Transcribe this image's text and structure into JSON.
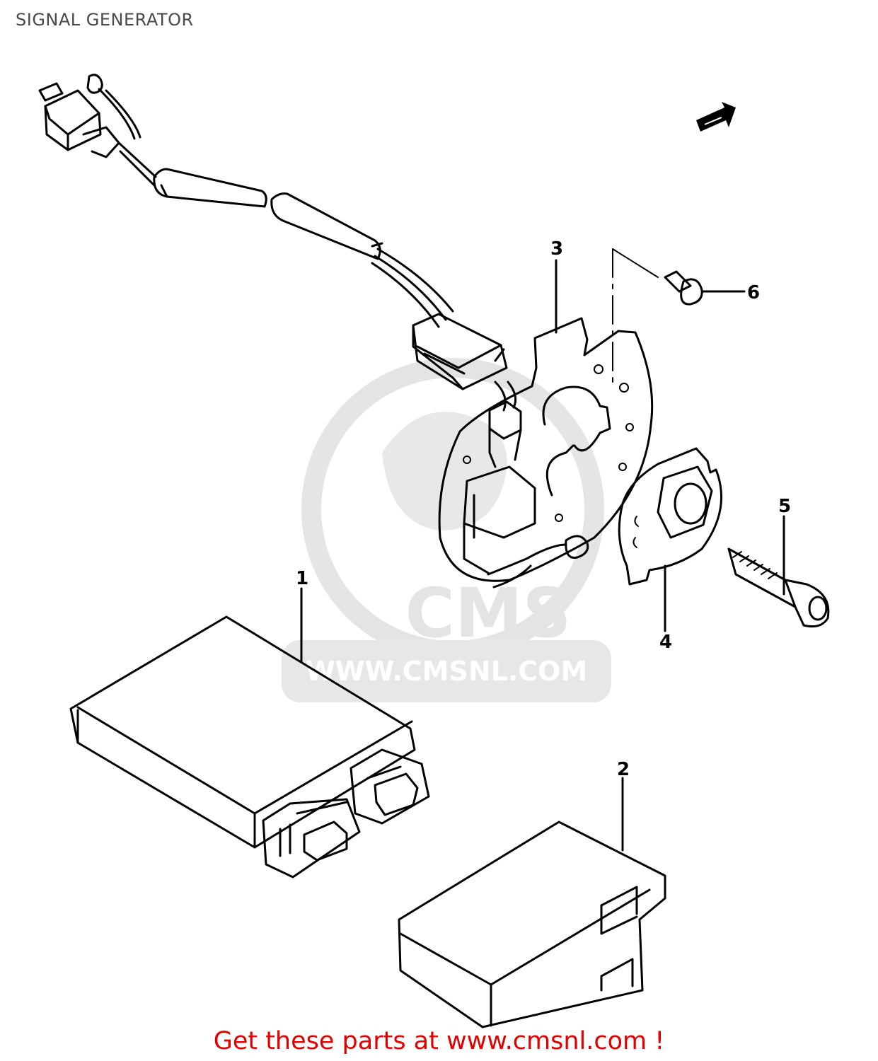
{
  "header": {
    "title": "SIGNAL GENERATOR"
  },
  "watermark": {
    "logo_text": "CMS",
    "url_text": "WWW.CMSNL.COM"
  },
  "callouts": {
    "c1": "1",
    "c2": "2",
    "c3": "3",
    "c4": "4",
    "c5": "5",
    "c6": "6"
  },
  "footer": {
    "cta_text": "Get these parts at www.cmsnl.com !"
  },
  "colors": {
    "cta": "#e00000",
    "watermark": "#d9d9d9",
    "ink": "#000000"
  }
}
